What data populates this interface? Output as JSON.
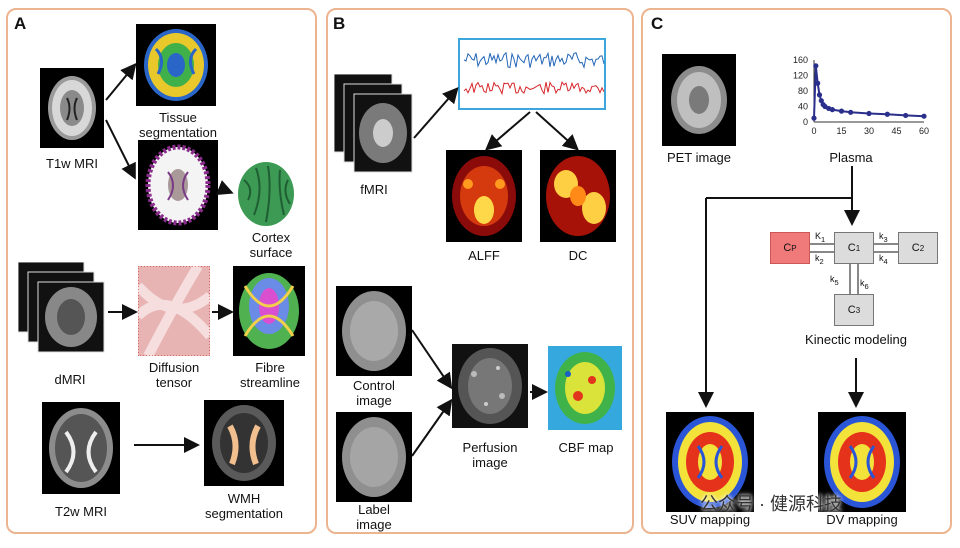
{
  "panels": {
    "a": {
      "letter": "A",
      "t1w_label": "T1w MRI",
      "tissue_label": [
        "Tissue",
        "segmentation"
      ],
      "cortex_label": [
        "Cortex",
        "surface"
      ],
      "dmri_label": "dMRI",
      "diffusion_label": [
        "Diffusion",
        "tensor"
      ],
      "fibre_label": [
        "Fibre",
        "streamline"
      ],
      "t2w_label": "T2w MRI",
      "wmh_label": [
        "WMH",
        "segmentation"
      ]
    },
    "b": {
      "letter": "B",
      "fmri_label": "fMRI",
      "alff_label": "ALFF",
      "dc_label": "DC",
      "control_label": [
        "Control",
        "image"
      ],
      "label_label": [
        "Label",
        "image"
      ],
      "perfusion_label": [
        "Perfusion",
        "image"
      ],
      "cbf_label": "CBF map"
    },
    "c": {
      "letter": "C",
      "pet_label": "PET image",
      "plasma_label": "Plasma",
      "kinetic_label": "Kinectic modeling",
      "suv_label": "SUV mapping",
      "dv_label": "DV mapping",
      "compartments": {
        "cp": "C",
        "cp_sub": "P",
        "c1": "C",
        "c1_sub": "1",
        "c2": "C",
        "c2_sub": "2",
        "c3": "C",
        "c3_sub": "3"
      },
      "rates": {
        "k1": "K",
        "k1_sub": "1",
        "k2": "k",
        "k2_sub": "2",
        "k3": "k",
        "k3_sub": "3",
        "k4": "k",
        "k4_sub": "4",
        "k5": "k",
        "k5_sub": "5",
        "k6": "k",
        "k6_sub": "6"
      },
      "plasma_ticks": {
        "y": [
          "160",
          "120",
          "80",
          "40",
          "0"
        ],
        "x": [
          "0",
          "15",
          "30",
          "45",
          "60"
        ]
      }
    }
  },
  "chart_data": {
    "type": "line",
    "x": [
      0,
      1,
      2,
      3,
      4,
      5,
      6,
      8,
      10,
      15,
      20,
      30,
      40,
      50,
      60
    ],
    "values": [
      10,
      145,
      100,
      70,
      55,
      45,
      40,
      35,
      32,
      28,
      25,
      22,
      20,
      17,
      15
    ],
    "xlim": [
      0,
      60
    ],
    "ylim": [
      0,
      160
    ],
    "color": "#2a2f8c"
  },
  "watermark": "公众号 · 健源科技",
  "colors": {
    "border": "#ecb48f",
    "cp_box": "#f07a7a",
    "comp_box": "#dcdcdc",
    "ts_blue": "#2466b8",
    "ts_red": "#d6262a",
    "ts_frame": "#3ba7dd"
  }
}
